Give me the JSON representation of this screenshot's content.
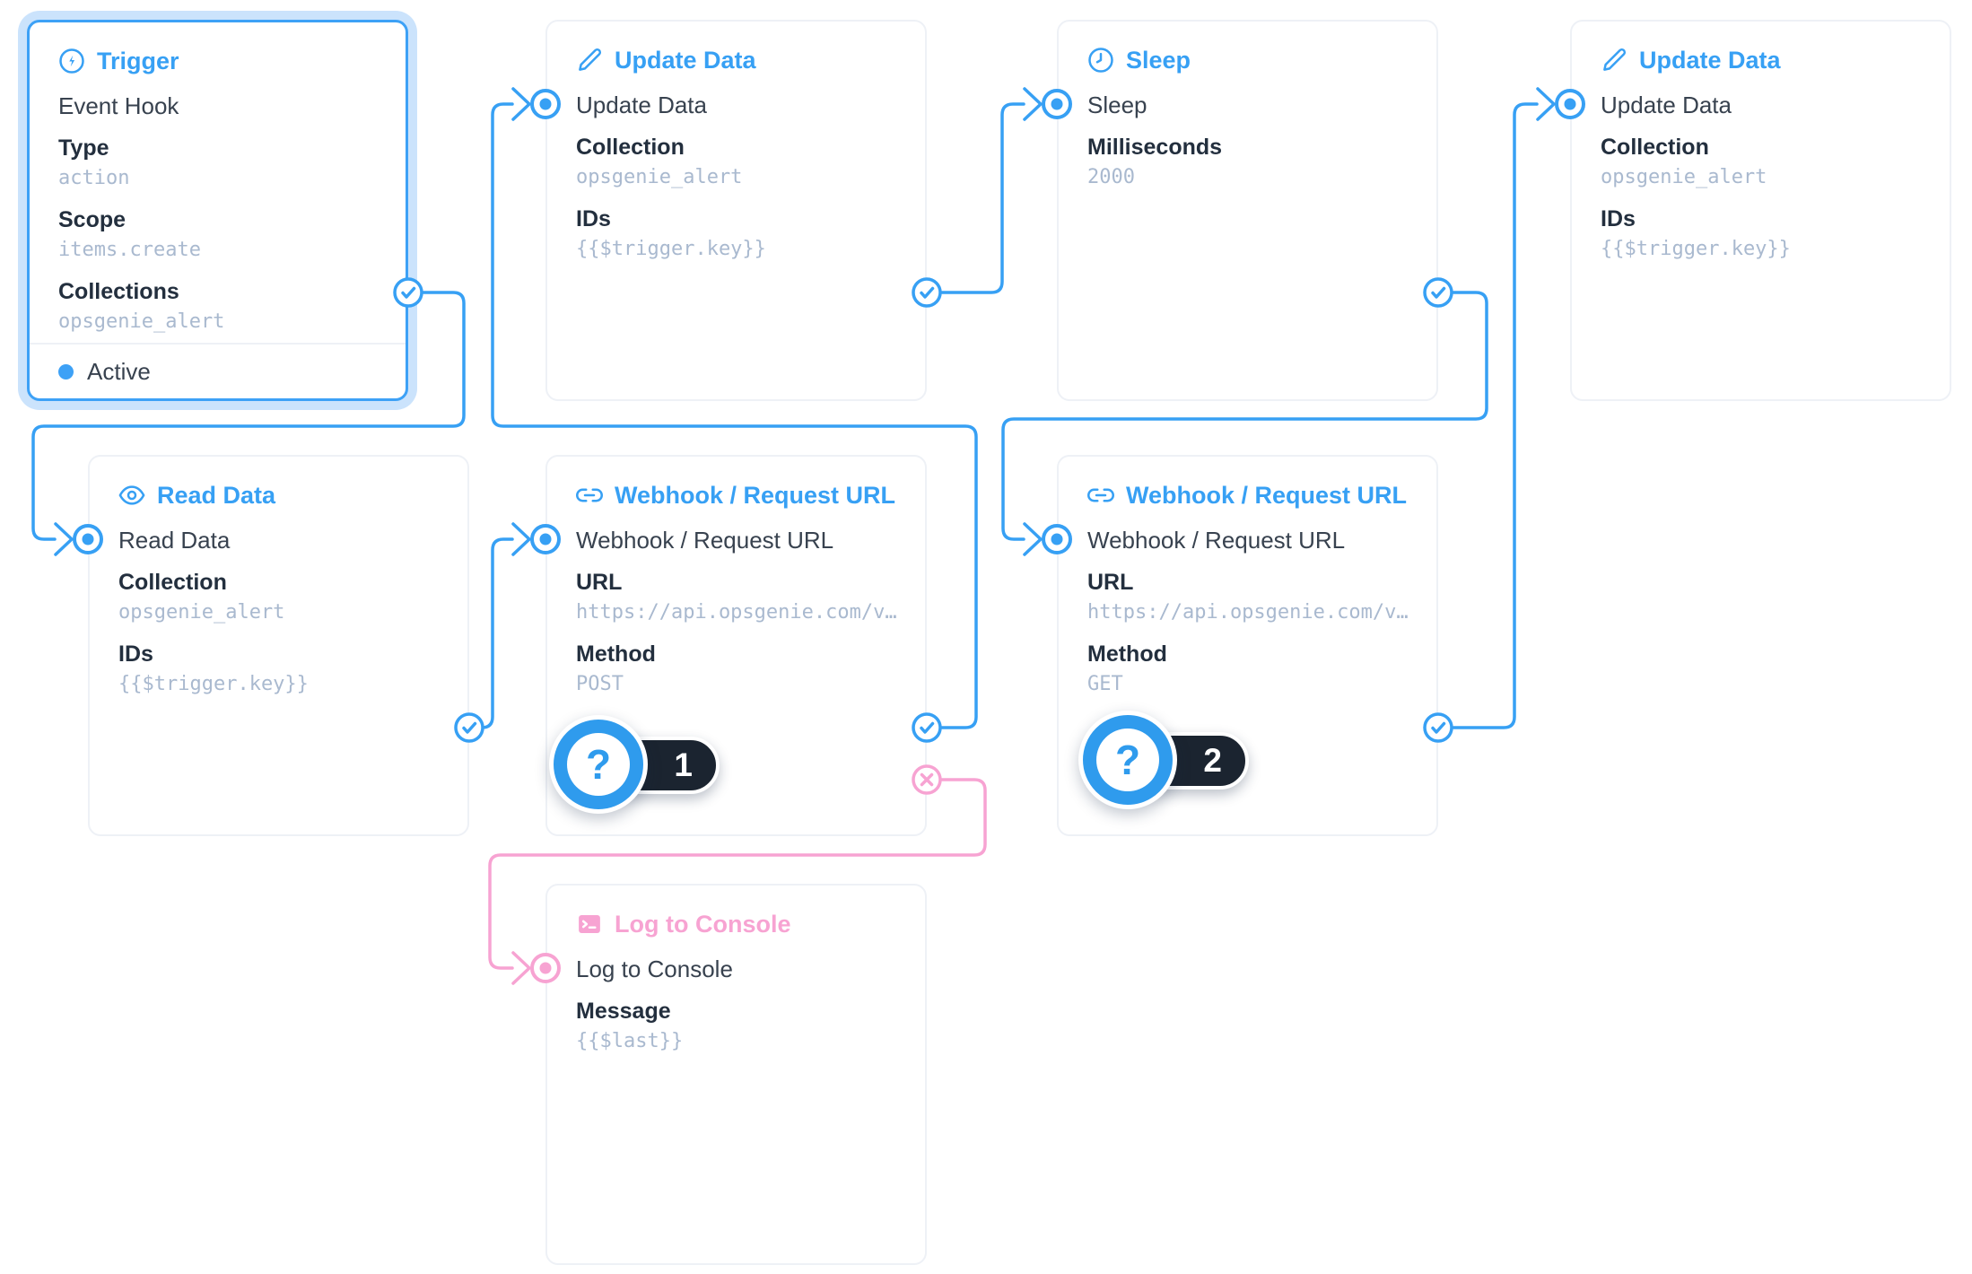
{
  "app": {
    "name": "flow-editor-canvas"
  },
  "colors": {
    "accent_blue": "#37a0f4",
    "accent_pink": "#f7a3d2",
    "card_border": "#eef1f6",
    "selection_halo": "#cbe3fc",
    "text_dark": "#38424f",
    "label_dark": "#232f3e",
    "value_gray": "#a9b9cf",
    "badge_pill_bg": "#1b2430",
    "badge_circle_bg": "#2f9bed"
  },
  "badge_glyph": "?",
  "nodes": [
    {
      "key": "trigger",
      "title": "Trigger",
      "icon": "bolt-icon",
      "selected": true,
      "operation_name": "Event Hook",
      "fields": [
        {
          "label": "Type",
          "value": "action"
        },
        {
          "label": "Scope",
          "value": "items.create"
        },
        {
          "label": "Collections",
          "value": "opsgenie_alert"
        }
      ],
      "status": "Active"
    },
    {
      "key": "update_data_1",
      "title": "Update Data",
      "icon": "pencil-icon",
      "operation_name": "Update Data",
      "fields": [
        {
          "label": "Collection",
          "value": "opsgenie_alert"
        },
        {
          "label": "IDs",
          "value": "{{$trigger.key}}"
        }
      ]
    },
    {
      "key": "sleep",
      "title": "Sleep",
      "icon": "clock-icon",
      "operation_name": "Sleep",
      "fields": [
        {
          "label": "Milliseconds",
          "value": "2000"
        }
      ]
    },
    {
      "key": "update_data_2",
      "title": "Update Data",
      "icon": "pencil-icon",
      "operation_name": "Update Data",
      "fields": [
        {
          "label": "Collection",
          "value": "opsgenie_alert"
        },
        {
          "label": "IDs",
          "value": "{{$trigger.key}}"
        }
      ]
    },
    {
      "key": "read_data",
      "title": "Read Data",
      "icon": "eye-icon",
      "operation_name": "Read Data",
      "fields": [
        {
          "label": "Collection",
          "value": "opsgenie_alert"
        },
        {
          "label": "IDs",
          "value": "{{$trigger.key}}"
        }
      ]
    },
    {
      "key": "webhook_post",
      "title": "Webhook / Request URL",
      "icon": "link-icon",
      "operation_name": "Webhook / Request URL",
      "fields": [
        {
          "label": "URL",
          "value": "https://api.opsgenie.com/v…"
        },
        {
          "label": "Method",
          "value": "POST"
        }
      ],
      "badge": "1"
    },
    {
      "key": "webhook_get",
      "title": "Webhook / Request URL",
      "icon": "link-icon",
      "operation_name": "Webhook / Request URL",
      "fields": [
        {
          "label": "URL",
          "value": "https://api.opsgenie.com/v…"
        },
        {
          "label": "Method",
          "value": "GET"
        }
      ],
      "badge": "2"
    },
    {
      "key": "log_to_console",
      "title": "Log to Console",
      "icon": "terminal-icon",
      "pink": true,
      "operation_name": "Log to Console",
      "fields": [
        {
          "label": "Message",
          "value": "{{$last}}"
        }
      ]
    }
  ],
  "connections": [
    {
      "from": "trigger",
      "port": "resolve",
      "to": "read_data"
    },
    {
      "from": "read_data",
      "port": "resolve",
      "to": "webhook_post"
    },
    {
      "from": "webhook_post",
      "port": "resolve",
      "to": "update_data_1"
    },
    {
      "from": "update_data_1",
      "port": "resolve",
      "to": "sleep"
    },
    {
      "from": "sleep",
      "port": "resolve",
      "to": "webhook_get"
    },
    {
      "from": "webhook_get",
      "port": "resolve",
      "to": "update_data_2"
    },
    {
      "from": "webhook_post",
      "port": "reject",
      "to": "log_to_console"
    }
  ]
}
